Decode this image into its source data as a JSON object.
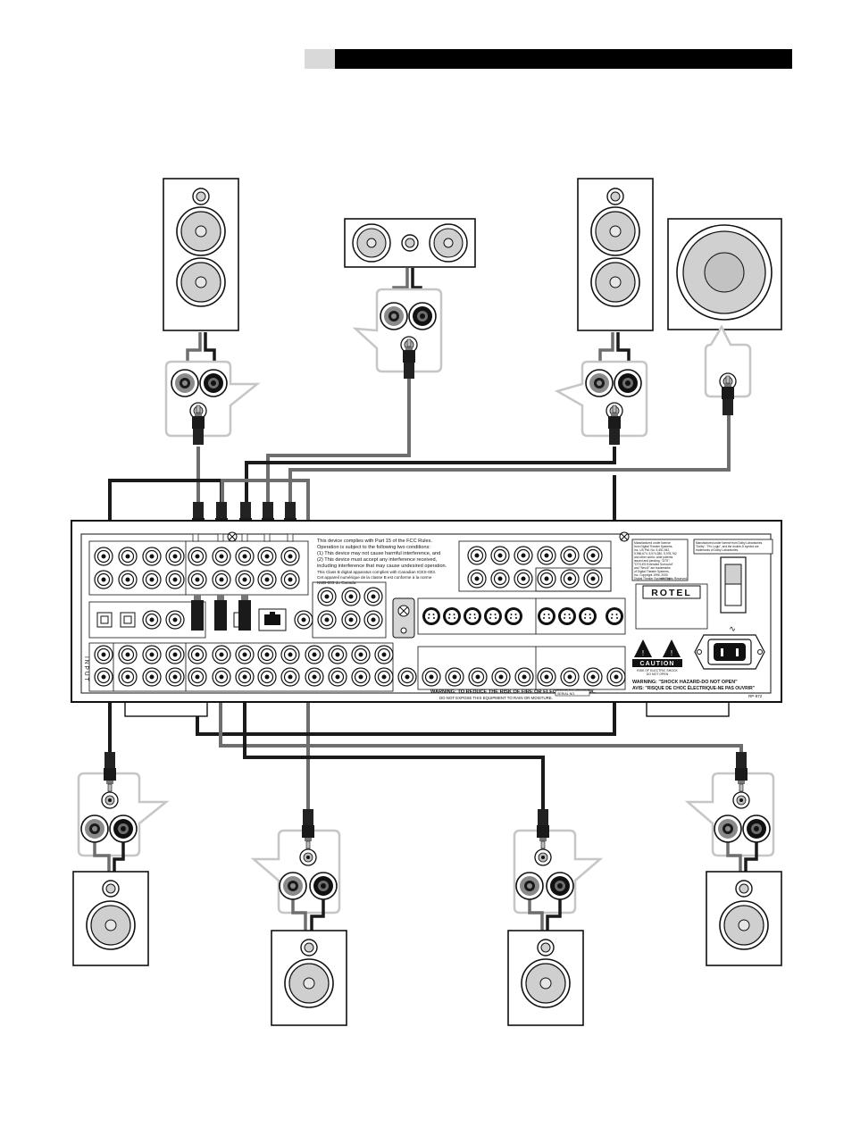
{
  "header": {
    "accent_gray": "#d9d9d9",
    "bar_color": "#000000"
  },
  "colors": {
    "cable_black": "#1a1a1a",
    "cable_gray": "#6e6e6e",
    "outline_gray": "#c6c6c6",
    "terminal_red": "#8a8a8a"
  },
  "panel": {
    "fcc_notice": [
      "This device complies with Part 15 of the FCC Rules.",
      "Operation is subject to the following two conditions:",
      "(1) This device may not cause harmful interference, and",
      "(2) This device must accept any interference received,",
      "including interference that may cause undesired operation.",
      "This Class B digital apparatus complies with Canadian ICES-003.",
      "Cet appareil numérique de la classe B est conforme à la norme",
      "NMB-003 du Canada."
    ],
    "dts_notice": [
      "Manufactured under license",
      "from Digital Theater Systems,",
      "Inc. US Pat. No. 5,451,942,",
      "5,956,674, 5,974,380, 5,978,762",
      "and other world- wide patents",
      "issued and pending. \"DTS\",",
      "\"DTS-ES Extended Surround\"",
      "and \"Neo:6\" are trademarks",
      "of Digital Theater Systems,",
      "Inc. Copyright 1996, 2000",
      "Digital Theater Systems, Inc.",
      "All Rights Reserved."
    ],
    "dolby_notice": [
      "Manufactured under license from Dolby Laboratories.",
      "\"Dolby\", \"Pro Logic\", and the double-D symbol are",
      "trademarks of Dolby Laboratories."
    ],
    "brand": "ROTEL",
    "caution_title": "CAUTION",
    "caution_lines": [
      "RISK OF ELECTRIC SHOCK",
      "DO NOT OPEN"
    ],
    "warning_shock": "WARNING: \"SHOCK HAZARD-DO NOT OPEN\"",
    "avis_shock": "AVIS: \"RISQUE DE CHOC ÉLECTRIQUE-NE PAS OUVRIR\"",
    "warning_fire_1": "WARNING: TO REDUCE THE RISK OF FIRE OR ELECTRICAL SHOCK,",
    "warning_fire_2": "DO NOT EXPOSE THIS EQUIPMENT TO RAIN OR MOISTURE.",
    "serial_label": "SERIAL NO.",
    "model": "RP-972",
    "input_label": "INPUT",
    "ac_symbol": "∿"
  }
}
